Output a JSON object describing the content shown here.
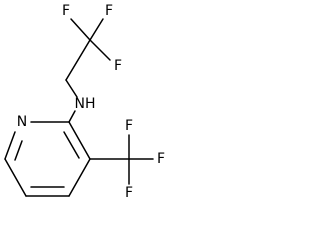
{
  "structure": {
    "atoms": {
      "f_top_left": "F",
      "f_top_right": "F",
      "f_middle_right": "F",
      "nh": "NH",
      "n_ring": "N",
      "f_cf3_top": "F",
      "f_cf3_right": "F",
      "f_cf3_bottom": "F"
    }
  },
  "colors": {
    "bond": "#000000",
    "label": "#000000",
    "background": "#ffffff"
  }
}
